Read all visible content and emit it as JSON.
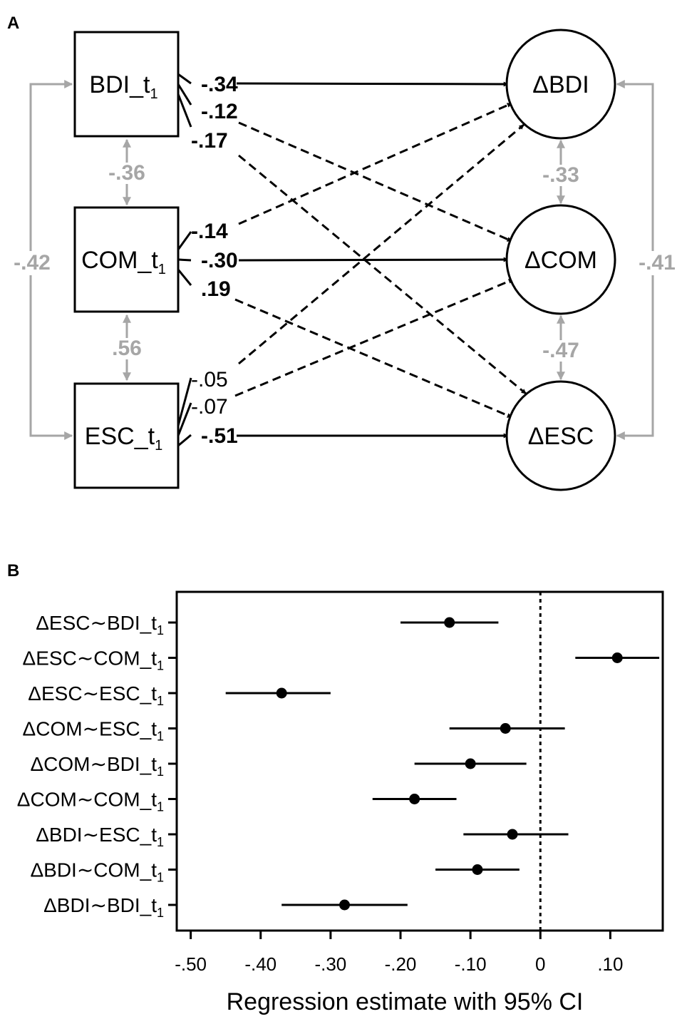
{
  "panel_a": {
    "label": "A",
    "predictors": [
      {
        "id": "bdi",
        "name": "BDI_t",
        "sub": "1"
      },
      {
        "id": "com",
        "name": "COM_t",
        "sub": "1"
      },
      {
        "id": "esc",
        "name": "ESC_t",
        "sub": "1"
      }
    ],
    "outcomes": [
      {
        "id": "dbdi",
        "name": "ΔBDI"
      },
      {
        "id": "dcom",
        "name": "ΔCOM"
      },
      {
        "id": "desc",
        "name": "ΔESC"
      }
    ],
    "paths": [
      {
        "from": "bdi",
        "to": "dbdi",
        "coef": "-.34",
        "style": "solid",
        "bold": true
      },
      {
        "from": "bdi",
        "to": "dcom",
        "coef": "-.12",
        "style": "dashed",
        "bold": true
      },
      {
        "from": "bdi",
        "to": "desc",
        "coef": "-.17",
        "style": "dashed",
        "bold": true
      },
      {
        "from": "com",
        "to": "dbdi",
        "coef": "-.14",
        "style": "dashed",
        "bold": true
      },
      {
        "from": "com",
        "to": "dcom",
        "coef": "-.30",
        "style": "solid",
        "bold": true
      },
      {
        "from": "com",
        "to": "desc",
        "coef": ".19",
        "style": "dashed",
        "bold": true
      },
      {
        "from": "esc",
        "to": "dbdi",
        "coef": "-.05",
        "style": "dashed",
        "bold": false
      },
      {
        "from": "esc",
        "to": "dcom",
        "coef": "-.07",
        "style": "dashed",
        "bold": false
      },
      {
        "from": "esc",
        "to": "desc",
        "coef": "-.51",
        "style": "solid",
        "bold": true
      }
    ],
    "covariances": [
      {
        "between": [
          "bdi",
          "com"
        ],
        "value": "-.36"
      },
      {
        "between": [
          "com",
          "esc"
        ],
        "value": ".56"
      },
      {
        "between": [
          "bdi",
          "esc"
        ],
        "value": "-.42"
      },
      {
        "between": [
          "dbdi",
          "dcom"
        ],
        "value": "-.33"
      },
      {
        "between": [
          "dcom",
          "desc"
        ],
        "value": "-.47"
      },
      {
        "between": [
          "dbdi",
          "desc"
        ],
        "value": "-.41"
      }
    ],
    "colors": {
      "gray": "#a6a6a6",
      "black": "#000000"
    }
  },
  "panel_b": {
    "label": "B",
    "chart_data": {
      "type": "scatter",
      "xlabel": "Regression estimate with 95% CI",
      "xlim": [
        -0.52,
        0.175
      ],
      "xticks": [
        -0.5,
        -0.4,
        -0.3,
        -0.2,
        -0.1,
        0,
        0.1
      ],
      "xtick_labels": [
        "-.50",
        "-.40",
        "-.30",
        "-.20",
        "-.10",
        "0",
        ".10"
      ],
      "reference_line": {
        "x": 0,
        "style": "dotted"
      },
      "rows": [
        {
          "outcome": "ΔESC",
          "predictor": "BDI_t",
          "sub": "1",
          "estimate": -0.13,
          "ci_low": -0.2,
          "ci_high": -0.06
        },
        {
          "outcome": "ΔESC",
          "predictor": "COM_t",
          "sub": "1",
          "estimate": 0.11,
          "ci_low": 0.05,
          "ci_high": 0.17
        },
        {
          "outcome": "ΔESC",
          "predictor": "ESC_t",
          "sub": "1",
          "estimate": -0.37,
          "ci_low": -0.45,
          "ci_high": -0.3
        },
        {
          "outcome": "ΔCOM",
          "predictor": "ESC_t",
          "sub": "1",
          "estimate": -0.05,
          "ci_low": -0.13,
          "ci_high": 0.035
        },
        {
          "outcome": "ΔCOM",
          "predictor": "BDI_t",
          "sub": "1",
          "estimate": -0.1,
          "ci_low": -0.18,
          "ci_high": -0.02
        },
        {
          "outcome": "ΔCOM",
          "predictor": "COM_t",
          "sub": "1",
          "estimate": -0.18,
          "ci_low": -0.24,
          "ci_high": -0.12
        },
        {
          "outcome": "ΔBDI",
          "predictor": "ESC_t",
          "sub": "1",
          "estimate": -0.04,
          "ci_low": -0.11,
          "ci_high": 0.04
        },
        {
          "outcome": "ΔBDI",
          "predictor": "COM_t",
          "sub": "1",
          "estimate": -0.09,
          "ci_low": -0.15,
          "ci_high": -0.03
        },
        {
          "outcome": "ΔBDI",
          "predictor": "BDI_t",
          "sub": "1",
          "estimate": -0.28,
          "ci_low": -0.37,
          "ci_high": -0.19
        }
      ]
    }
  }
}
